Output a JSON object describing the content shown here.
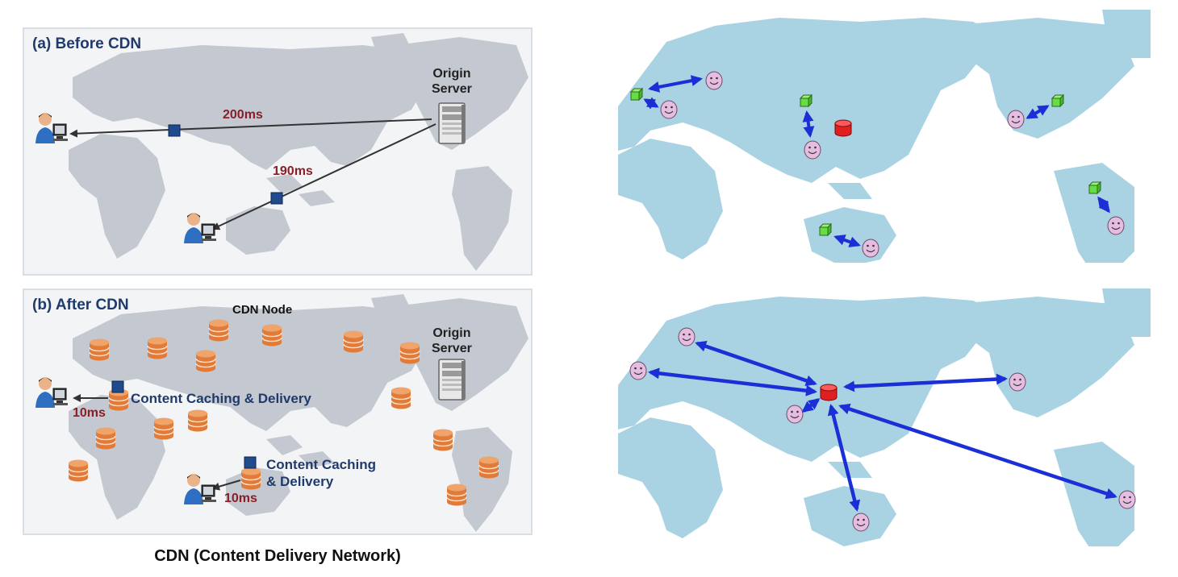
{
  "panel_before": {
    "title": "(a) Before CDN",
    "origin_label_line1": "Origin",
    "origin_label_line2": "Server",
    "latency_1": "200ms",
    "latency_2": "190ms"
  },
  "panel_after": {
    "title": "(b) After CDN",
    "cdn_node_label": "CDN Node",
    "origin_label_line1": "Origin",
    "origin_label_line2": "Server",
    "caching_label_1": "Content Caching & Delivery",
    "caching_label_2_line1": "Content Caching",
    "caching_label_2_line2": "& Delivery",
    "latency_1": "10ms",
    "latency_2": "10ms"
  },
  "caption": "CDN (Content Delivery Network)",
  "colors": {
    "land_left": "#c4c8d0",
    "land_right": "#a9d3e3",
    "latency_text": "#8a1e28",
    "title_text": "#1f3a6b",
    "cdn_node": "#e07b39",
    "arrow_blue": "#1a2fd6",
    "cache_green": "#66dd44",
    "origin_red": "#e02020",
    "user_face": "#e6bde0"
  },
  "icons": [
    "user-computer-icon",
    "server-tower-icon",
    "database-node-icon",
    "smiley-user-icon",
    "green-cube-icon",
    "red-cylinder-icon",
    "packet-square-icon"
  ]
}
